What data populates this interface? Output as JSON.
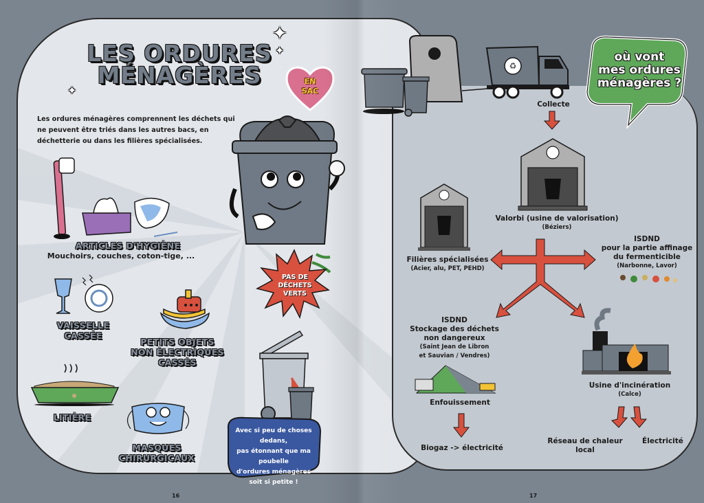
{
  "left_page": {
    "title_line1": "LES ORDURES",
    "title_line2": "MÉNAGÈRES",
    "badge_heart": {
      "line1": "EN",
      "line2": "SAC",
      "color": "#d9708f"
    },
    "intro": "Les ordures ménagères comprennent les déchets qui ne peuvent être triés dans les autres bacs, en déchetterie ou dans les filières spécialisées.",
    "categories": [
      {
        "title": "ARTICLES D'HYGIÈNE",
        "subtitle": "Mouchoirs, couches, coton-tige, ..."
      },
      {
        "title": "VAISSELLE CASSÉE"
      },
      {
        "title": "PETITS OBJETS",
        "title2": "NON ÉLECTRIQUES CASSÉS"
      },
      {
        "title": "LITIÈRE"
      },
      {
        "title": "MASQUES CHIRURGICAUX"
      }
    ],
    "starburst": {
      "line1": "PAS DE",
      "line2": "DÉCHETS",
      "line3": "VERTS",
      "color": "#d8503e"
    },
    "speech_bubble": {
      "line1": "Avec si peu de choses dedans,",
      "line2": "pas étonnant que ma poubelle",
      "line3": "d'ordures ménagères",
      "line4": "soit si petite !",
      "color": "#3a58a0"
    },
    "page_number": "16"
  },
  "right_page": {
    "question_bubble": {
      "line1": "où vont",
      "line2": "mes ordures",
      "line3": "ménagères ?",
      "color": "#5fa85a"
    },
    "flow": {
      "collecte": "Collecte",
      "valorbi": {
        "name": "Valorbi (usine de valorisation)",
        "place": "(Béziers)"
      },
      "filieres": {
        "name": "Filières spécialisées",
        "detail": "(Acier, alu, PET, PEHD)"
      },
      "isdnd_affinage": {
        "line1": "ISDND",
        "line2": "pour la partie affinage",
        "line3": "du fermenticible",
        "place": "(Narbonne, Lavor)"
      },
      "isdnd_stockage": {
        "line1": "ISDND",
        "line2": "Stockage des déchets",
        "line3": "non dangereux",
        "place1": "(Saint Jean de Libron",
        "place2": "et Sauvian / Vendres)"
      },
      "enfouissement": "Enfouissement",
      "biogaz": "Biogaz -> électricité",
      "incineration": {
        "name": "Usine d'incinération",
        "place": "(Calce)"
      },
      "reseau_chaleur": {
        "line1": "Réseau de chaleur",
        "line2": "local"
      },
      "electricite": "Électricité"
    },
    "arrow_color": "#d8503e",
    "page_number": "17"
  },
  "colors": {
    "page_bg": "#7b8590",
    "left_panel": "#e3e6ea",
    "right_panel": "#c3c9d0",
    "bin_grey": "#6f7984"
  }
}
